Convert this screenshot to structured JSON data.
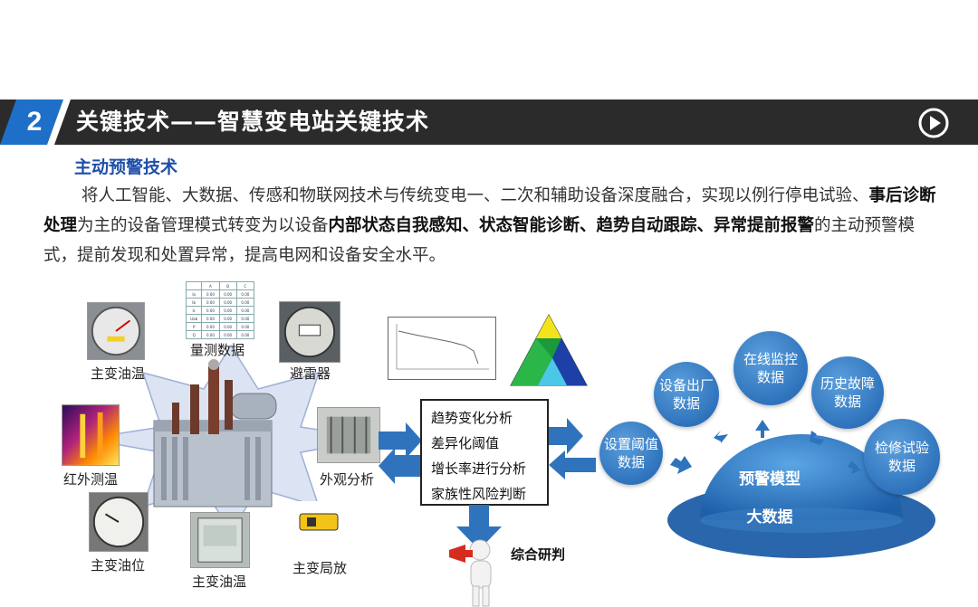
{
  "header": {
    "number": "2",
    "title": "关键技术——智慧变电站关键技术"
  },
  "section": {
    "subtitle": "主动预警技术",
    "para_a": "将人工智能、大数据、传感和物联网技术与传统变电一、二次和辅助设备深度融合，实现以例行停电试验、",
    "para_b_bold": "事后诊断处理",
    "para_c": "为主的设备管理模式转变为以设备",
    "para_d_bold": "内部状态自我感知、状态智能诊断、趋势自动跟踪、异常提前报警",
    "para_e": "的主动预警模式，提前发现和处置异常，提高电网和设备安全水平。"
  },
  "sensors": {
    "oil_temp_main": "主变油温",
    "measure_data": "量测数据",
    "arrester": "避雷器",
    "infrared": "红外测温",
    "appearance": "外观分析",
    "oil_level": "主变油位",
    "oil_temp_box": "主变油温",
    "partial_discharge": "主变局放"
  },
  "analysis": {
    "items": [
      "趋势变化分析",
      "差异化阈值",
      "增长率进行分析",
      "家族性风险判断"
    ],
    "conclusion": "综合研判"
  },
  "model": {
    "bubbles": [
      "设置阈值数据",
      "设备出厂数据",
      "在线监控数据",
      "历史故障数据",
      "检修试验数据"
    ],
    "dome_top": "预警模型",
    "dome_bottom": "大数据"
  },
  "colors": {
    "band": "#2b2b2b",
    "accent_blue": "#1d6fc8",
    "arrow_blue": "#2f73bd",
    "bubble": "#3a82c8",
    "star": "#dce4f4"
  }
}
